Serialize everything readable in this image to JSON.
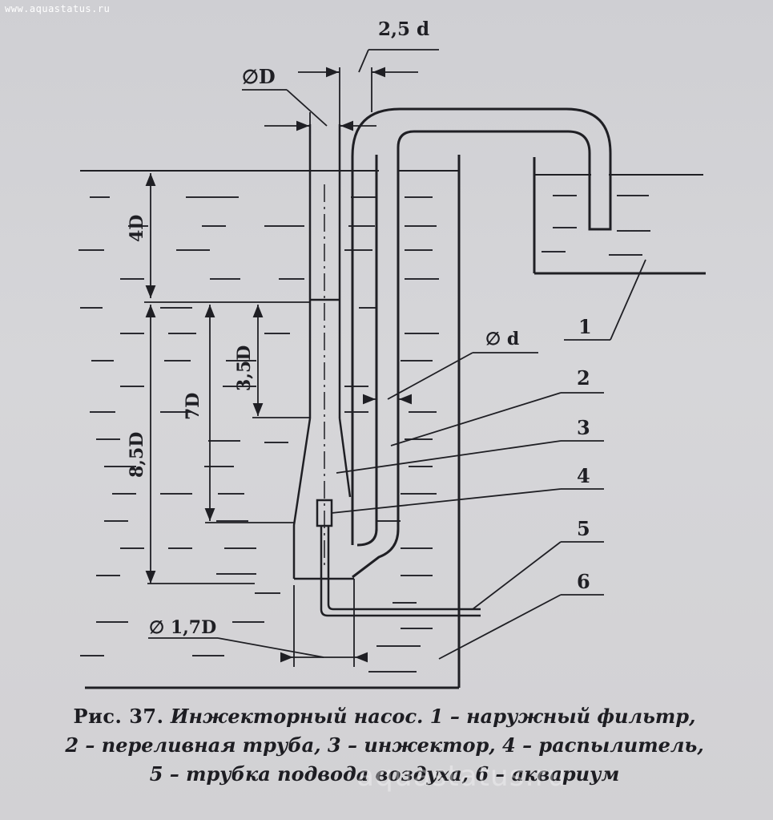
{
  "watermark_top": "www.aquastatus.ru",
  "watermark_bottom": "aquastatus.ru",
  "labels": {
    "pipe_outer_diameter": "∅D",
    "pipe_inner_diameter": "∅ d",
    "spacing": "2,5 d",
    "cone_diameter": "∅ 1,7D",
    "depth_4d": "4D",
    "height_85d": "8,5D",
    "height_7d": "7D",
    "height_35d": "3,5D"
  },
  "callouts": [
    "1",
    "2",
    "3",
    "4",
    "5",
    "6"
  ],
  "caption": {
    "fig_label": "Рис. 37.",
    "line1": "Инжекторный насос. 1 – наружный фильтр,",
    "line2": "2 – переливная труба, 3 – инжектор, 4 – распылитель,",
    "line3": "5 – трубка подвода воздуха, 6 – аквариум"
  },
  "colors": {
    "paper": "#d6d6d9",
    "ink": "#1f1f24",
    "water_dash": "#2a2a30"
  }
}
